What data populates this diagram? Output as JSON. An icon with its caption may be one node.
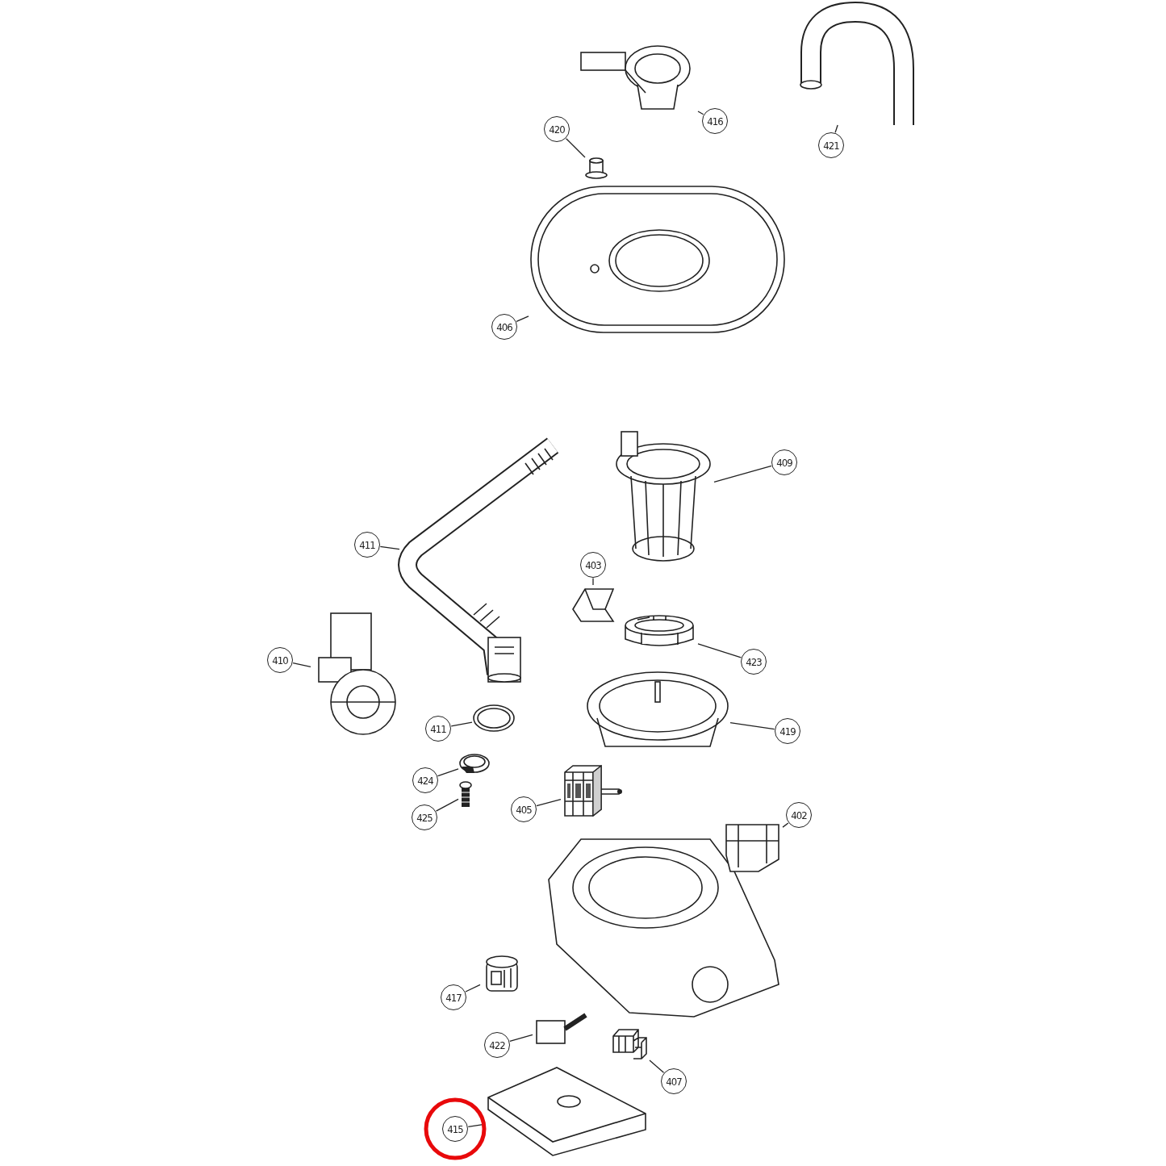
{
  "diagram": {
    "nodes": [
      {
        "text": [
          "416"
        ]
      },
      {
        "text": [],
        "shape": "picture"
      },
      {
        "text": [
          "421"
        ]
      },
      {
        "text": [],
        "shape": "picture"
      },
      {
        "text": [
          "420"
        ]
      },
      {
        "text": [],
        "shape": "picture"
      },
      {
        "text": [
          "406"
        ]
      },
      {
        "text": [],
        "shape": "picture"
      },
      {
        "text": [
          "409"
        ]
      },
      {
        "text": [],
        "shape": "picture"
      },
      {
        "text": [
          "411"
        ]
      },
      {
        "text": [],
        "shape": "picture"
      },
      {
        "text": [
          "403"
        ]
      },
      {
        "text": [],
        "shape": "picture"
      },
      {
        "text": [
          "410"
        ]
      },
      {
        "text": [],
        "shape": "picture"
      },
      {
        "text": [
          "423"
        ]
      },
      {
        "text": [],
        "shape": "picture"
      },
      {
        "text": [
          "411"
        ]
      },
      {
        "text": [],
        "shape": "picture"
      },
      {
        "text": [
          "419"
        ]
      },
      {
        "text": [],
        "shape": "picture"
      },
      {
        "text": [
          "424"
        ]
      },
      {
        "text": [],
        "shape": "picture"
      },
      {
        "text": [
          "425"
        ]
      },
      {
        "text": [],
        "shape": "picture"
      },
      {
        "text": [
          "405"
        ]
      },
      {
        "text": [],
        "shape": "picture"
      },
      {
        "text": [
          "402"
        ]
      },
      {
        "text": [],
        "shape": "picture"
      },
      {
        "text": [
          "417"
        ]
      },
      {
        "text": [],
        "shape": "picture"
      },
      {
        "text": [
          "422"
        ]
      },
      {
        "text": [],
        "shape": "picture"
      },
      {
        "text": [
          "407"
        ]
      },
      {
        "text": [],
        "shape": "picture"
      },
      {
        "text": [
          "415"
        ]
      },
      {
        "text": [],
        "shape": "picture"
      }
    ],
    "edges": [
      {
        "from": 0,
        "to": 1,
        "arrow": "none"
      },
      {
        "from": 2,
        "to": 3,
        "arrow": "none"
      },
      {
        "from": 4,
        "to": 5,
        "arrow": "none"
      },
      {
        "from": 6,
        "to": 7,
        "arrow": "none"
      },
      {
        "from": 8,
        "to": 9,
        "arrow": "none"
      },
      {
        "from": 10,
        "to": 11,
        "arrow": "none"
      },
      {
        "from": 12,
        "to": 13,
        "arrow": "none"
      },
      {
        "from": 14,
        "to": 15,
        "arrow": "none"
      },
      {
        "from": 16,
        "to": 17,
        "arrow": "none"
      },
      {
        "from": 18,
        "to": 19,
        "arrow": "none"
      },
      {
        "from": 20,
        "to": 21,
        "arrow": "none"
      },
      {
        "from": 22,
        "to": 23,
        "arrow": "none"
      },
      {
        "from": 24,
        "to": 25,
        "arrow": "none"
      },
      {
        "from": 26,
        "to": 27,
        "arrow": "none"
      },
      {
        "from": 28,
        "to": 29,
        "arrow": "none"
      },
      {
        "from": 30,
        "to": 31,
        "arrow": "none"
      },
      {
        "from": 32,
        "to": 33,
        "arrow": "none"
      },
      {
        "from": 34,
        "to": 35,
        "arrow": "none"
      },
      {
        "from": 36,
        "to": 37,
        "arrow": "none"
      }
    ]
  }
}
